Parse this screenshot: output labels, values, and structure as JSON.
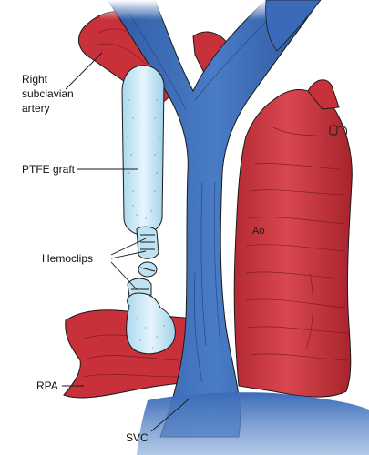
{
  "labels": {
    "right_subclavian_line1": "Right",
    "right_subclavian_line2": "subclavian",
    "right_subclavian_line3": "artery",
    "ptfe_graft": "PTFE graft",
    "hemoclips": "Hemoclips",
    "rpa": "RPA",
    "svc": "SVC",
    "ao": "Ao"
  },
  "colors": {
    "artery_red": "#c8313a",
    "artery_dark": "#8f1e25",
    "vein_blue": "#3b6bb8",
    "vein_dark": "#24477f",
    "graft_blue": "#bfe3f3",
    "graft_light": "#e8f6fc",
    "line": "#1a1a1a"
  }
}
